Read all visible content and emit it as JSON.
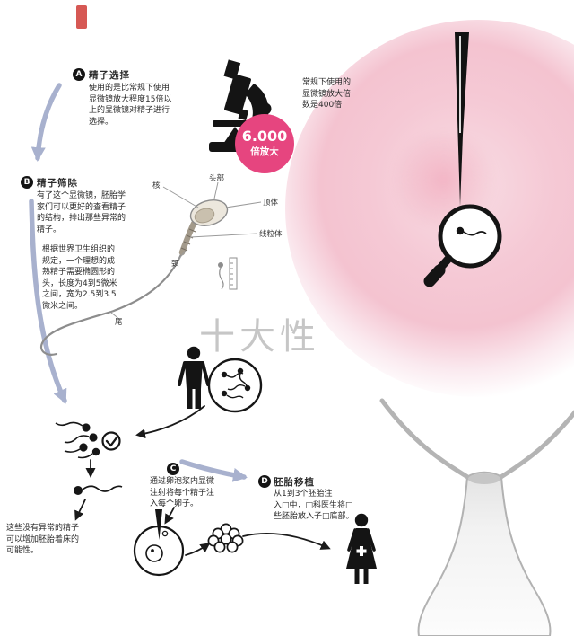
{
  "palette": {
    "accent_pink": "#e6457f",
    "arrow_blue": "#a8b1ce",
    "ink": "#141414",
    "egg_pink": "#f5c9d5",
    "uterus_gray": "#b4b4b4"
  },
  "watermark": {
    "text": "十大性"
  },
  "magnification_badge": {
    "value": "6.000",
    "label": "倍放大"
  },
  "microscope_note": {
    "text": "常规下使用的\n显微镜放大倍\n数是400倍"
  },
  "steps": {
    "a": {
      "label": "A",
      "title": "精子选择",
      "body": "使用的是比常规下使用\n显微镜放大程度15倍以\n上的显微镜对精子进行\n选择。"
    },
    "b": {
      "label": "B",
      "title": "精子筛除",
      "body1": "有了这个显微镜，胚胎学\n家们可以更好的查看精子\n的结构，排出那些异常的\n精子。",
      "body2": "根据世界卫生组织的\n规定，一个理想的成\n熟精子需要椭圆形的\n头，长度为4到5微米\n之间，宽为2.5到3.5\n微米之间。"
    },
    "c": {
      "label": "C",
      "body": "通过卵泡浆内显微\n注射将每个精子注\n入每个卵子。"
    },
    "d": {
      "label": "D",
      "title": "胚胎移植",
      "body": "从1到3个胚胎注\n入□中，□科医生将□\n些胚胎放入子□底部。"
    }
  },
  "sperm_diagram": {
    "labels": {
      "nucleus": "核",
      "head": "头部",
      "acrosome": "顶体",
      "mitochondria": "线粒体",
      "neck": "颈",
      "tail": "尾"
    }
  },
  "result_note": {
    "text": "这些没有异常的精子\n可以增加胚胎着床的\n可能性。"
  }
}
